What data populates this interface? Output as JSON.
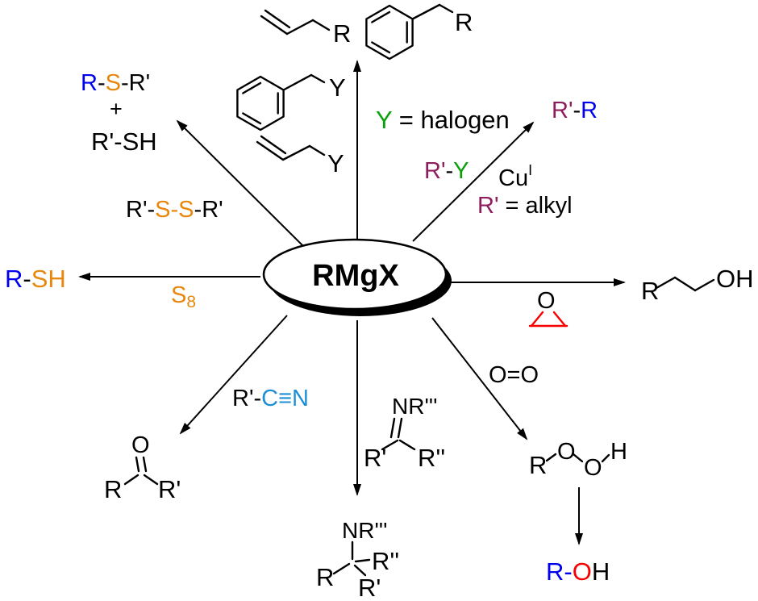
{
  "palette": {
    "blue": "#0000EE",
    "orange": "#E8870E",
    "green": "#0AA00A",
    "purple": "#8E1D5C",
    "azure": "#1E8FD5",
    "red": "#F80000",
    "black": "#000000"
  },
  "center": {
    "label": "RMgX"
  },
  "top": {
    "allyl_product_r": "R",
    "benzyl_product_r": "R",
    "benzyl_reagent_y": "Y",
    "allyl_reagent_y": "Y",
    "note_y": "Y",
    "note_rest": " = halogen"
  },
  "upper_left": {
    "thioether": {
      "r": "R",
      "b1": "-",
      "s": "S",
      "b2": "-",
      "rp": "R'"
    },
    "plus": "+",
    "thiol_byproduct": "R'-SH",
    "disulfide": {
      "rp1": "R'",
      "b1": "-",
      "s1": "S",
      "b2": "-",
      "s2": "S",
      "b3": "-",
      "rp2": "R'"
    }
  },
  "left": {
    "thiol_r": "R",
    "thiol_bond": "-",
    "thiol_sh": "SH",
    "sulfur": "S",
    "sulfur_sub": "8"
  },
  "upper_right": {
    "product_rp": "R'",
    "product_bond": "-",
    "product_r": "R",
    "reagent_rp": "R'",
    "reagent_bond": "-",
    "reagent_y": "Y",
    "catalyst": "Cu",
    "catalyst_sup": "I",
    "note_rp": "R'",
    "note_rest": " = alkyl"
  },
  "right": {
    "epoxide_o": "O",
    "alcohol_r": "R",
    "alcohol_oh": "OH"
  },
  "lower_right": {
    "oxygen_reagent": "O=O",
    "peroxide": {
      "r": "R",
      "o1": "O",
      "o2": "O",
      "h": "H"
    },
    "alcohol": {
      "r_dash": "R-",
      "o": "O",
      "h": "H"
    }
  },
  "bottom": {
    "imine_n": "NR'''",
    "imine_rp": "R'",
    "imine_rpp": "R''",
    "amine_n": "NR'''",
    "amine_r": "R",
    "amine_rpp": "R''",
    "amine_rp": "R'"
  },
  "lower_left": {
    "nitrile_rp": "R'-",
    "nitrile_cn": "C≡N",
    "ketone_o": "O",
    "ketone_r": "R",
    "ketone_rp": "R'"
  }
}
